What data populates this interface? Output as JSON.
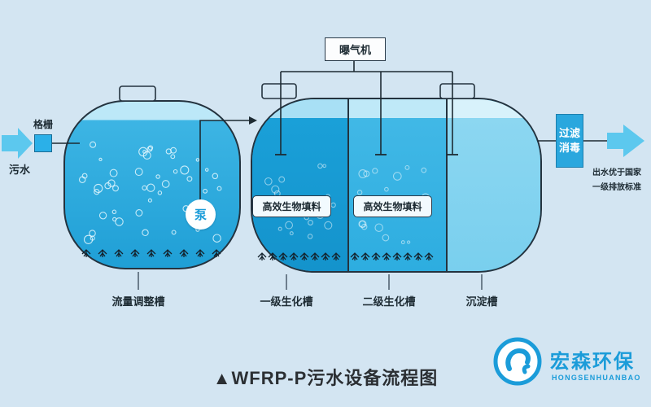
{
  "colors": {
    "bg": "#d3e5f2",
    "outline": "#24333f",
    "accent": "#1b9cd9",
    "arrow": "#5cc8ee",
    "filter-box": "#2aa7de",
    "water-tank1": "#2aabe0",
    "water-bio1": "#1ba0d8",
    "water-bio2": "#3fb7e6",
    "water-settle": "#86d5f1",
    "text": "#1d2b33"
  },
  "inlet": {
    "label": "污水"
  },
  "screen": {
    "label": "格栅"
  },
  "pump": {
    "label": "泵"
  },
  "aerator": {
    "label": "曝气机"
  },
  "tank1": {
    "name": "流量调整槽"
  },
  "bio1": {
    "name": "一级生化槽",
    "filler": "高效生物填料"
  },
  "bio2": {
    "name": "二级生化槽",
    "filler": "高效生物填料"
  },
  "settle": {
    "name": "沉淀槽"
  },
  "filter": {
    "line1": "过滤",
    "line2": "消毒"
  },
  "outlet": {
    "line1": "出水优于国家",
    "line2": "一级排放标准"
  },
  "title": "▲WFRP-P污水设备流程图",
  "logo": {
    "name": "宏森环保",
    "sub": "HONGSENHUANBAO"
  }
}
